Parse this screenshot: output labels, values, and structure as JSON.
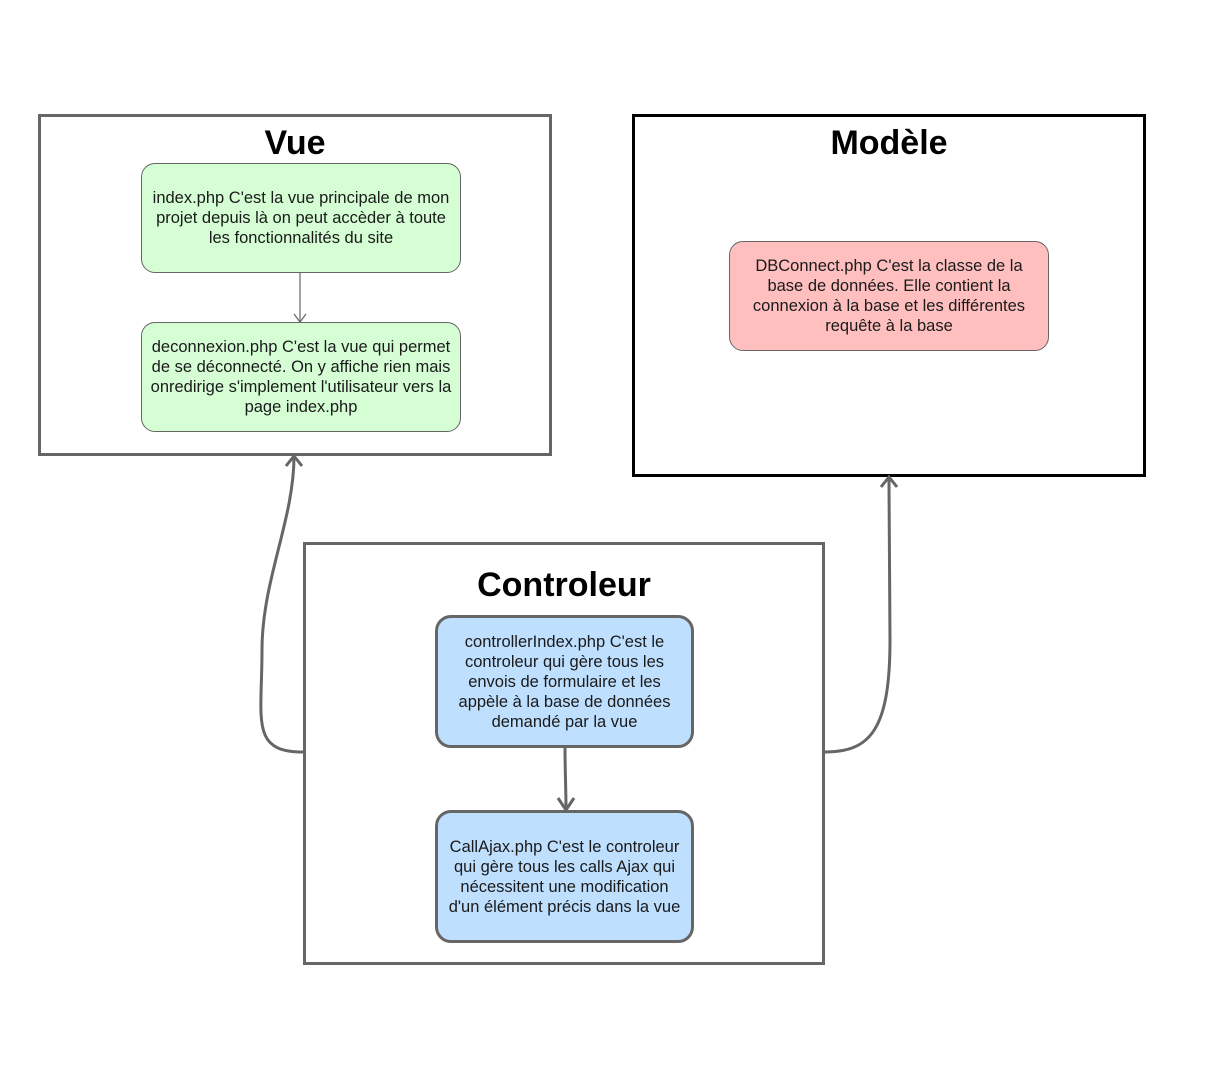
{
  "containers": {
    "vue": {
      "title": "Vue"
    },
    "modele": {
      "title": "Modèle"
    },
    "controleur": {
      "title": "Controleur"
    }
  },
  "nodes": {
    "index": {
      "text": "index.php C'est la vue principale de mon projet depuis là on peut accèder à toute les fonctionnalités du site"
    },
    "deconnexion": {
      "text": "deconnexion.php C'est la vue qui permet de se déconnecté. On y affiche rien mais onredirige s'implement l'utilisateur vers la page index.php"
    },
    "dbconnect": {
      "text": "DBConnect.php C'est la classe de la base de données. Elle contient la connexion à la base et les différentes requête à la base"
    },
    "controllerindex": {
      "text": "controllerIndex.php C'est le controleur qui gère tous les envois de formulaire et les appèle à la base de données demandé par la vue"
    },
    "callajax": {
      "text": "CallAjax.php C'est le controleur qui gère tous les calls Ajax qui nécessitent une modification d'un élément précis dans la vue"
    }
  },
  "colors": {
    "view_fill": "#d5fed5",
    "model_fill": "#ffbfbf",
    "controller_fill": "#bedffe",
    "stroke": "#666666"
  }
}
